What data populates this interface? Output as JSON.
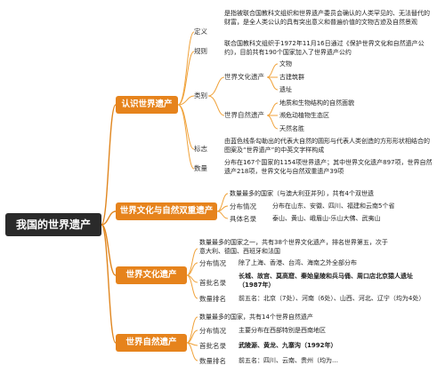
{
  "root": "我国的世界遗产",
  "branches": [
    {
      "label": "认识世界遗产"
    },
    {
      "label": "世界文化与自然双重遗产"
    },
    {
      "label": "世界文化遗产"
    },
    {
      "label": "世界自然遗产"
    }
  ],
  "b1": {
    "definition_label": "定义",
    "definition_text": "是指被联合国教科文组织和世界遗产委员会确认的人类罕见的、无法替代的财富，是全人类公认的具有突出意义和普遍价值的文物古迹及自然景观",
    "rules_label": "规则",
    "rules_text": "联合国教科文组织于1972年11月16日通过《保护世界文化和自然遗产公约》，目前共有190个国家加入了世界遗产公约",
    "category_label": "类别",
    "culture_label": "世界文化遗产",
    "culture_items": [
      "文物",
      "古建筑群",
      "遗址"
    ],
    "nature_label": "世界自然遗产",
    "nature_items": [
      "地质和生物结构的自然面貌",
      "濒危动植物生态区",
      "天然名胜"
    ],
    "emblem_label": "标志",
    "emblem_text": "由蓝色线条勾勒出的代表大自然的圆形与代表人类创造的方形形状相结合的图案及“世界遗产”的中英文字样构成",
    "count_label": "数量",
    "count_text": "分布在167个国家的1154项世界遗产；其中世界文化遗产897项，世界自然遗产218项，世界文化与自然双重遗产39项"
  },
  "b2": {
    "most_text": "数量最多的国家（与澳大利亚并列），共有4个双世遗",
    "dist_label": "分布情况",
    "dist_text": "分布在山东、安徽、四川、福建和云南5个省",
    "names_label": "具体名录",
    "names_text": "泰山、黄山、峨眉山-乐山大佛、武夷山"
  },
  "b3": {
    "most_text": "数量最多的国家之一，共有38个世界文化遗产，排名世界第五，次于意大利、德国、西班牙和法国",
    "dist_label": "分布情况",
    "dist_text": "除了上海、香港、台湾、海南之外全部分布",
    "first_label": "首批名录",
    "first_text": "长城、故宫、莫高窟、秦始皇陵和兵马俑、周口店北京猿人遗址（1987年）",
    "rank_label": "数量排名",
    "rank_text": "前五名：北京（7处）、河南（6处）、山西、河北、辽宁（均为4处）"
  },
  "b4": {
    "most_text": "数量最多的国家，共有14个世界自然遗产",
    "dist_label": "分布情况",
    "dist_text": "主要分布在西部特别是西南地区",
    "first_label": "首批名录",
    "first_text": "武陵源、黄龙、九寨沟（1992年）",
    "rank_label": "数量排名",
    "rank_text": "前五名：四川、云南、贵州（均为…"
  }
}
